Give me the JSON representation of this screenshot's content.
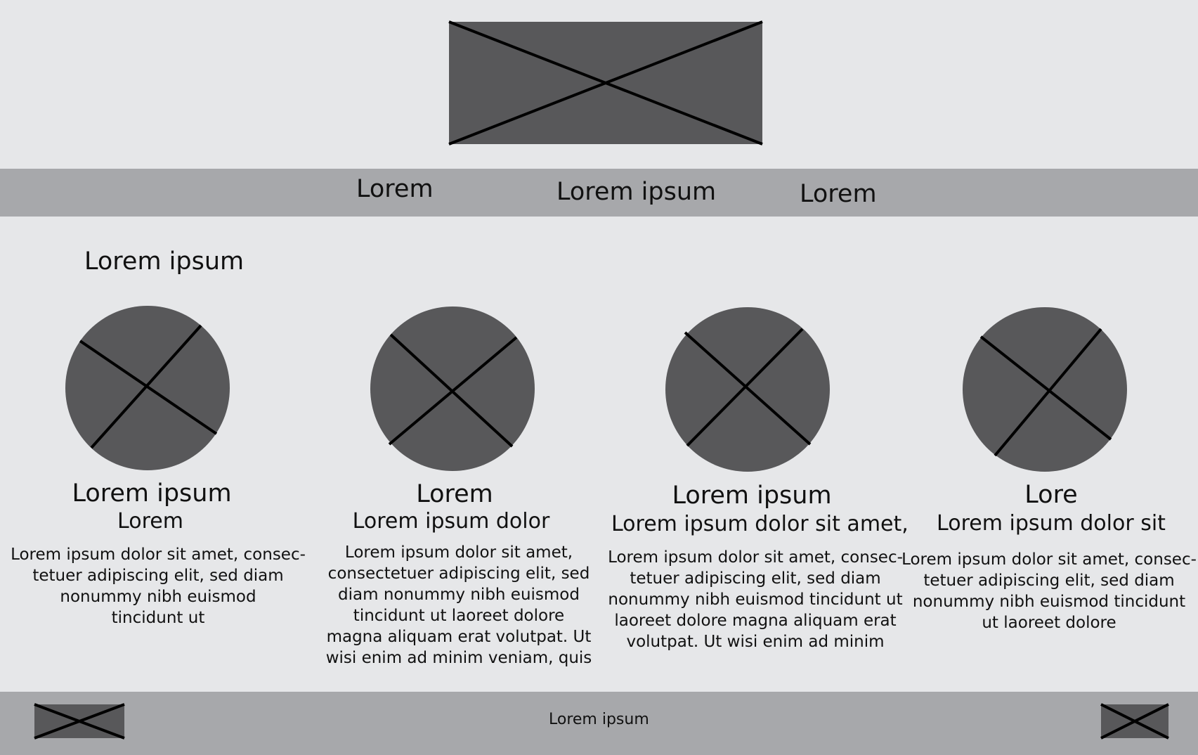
{
  "header": {
    "logo_icon": "image-placeholder-icon"
  },
  "nav": {
    "items": [
      "Lorem",
      "Lorem ipsum",
      "Lorem"
    ]
  },
  "section": {
    "title": "Lorem ipsum"
  },
  "cards": [
    {
      "title": "Lorem ipsum",
      "subtitle": "Lorem",
      "body": "Lorem ipsum dolor sit amet, consec-\ntetuer adipiscing elit, sed diam\nnonummy nibh euismod\ntincidunt ut"
    },
    {
      "title": "Lorem",
      "subtitle": "Lorem ipsum dolor",
      "body": "Lorem ipsum dolor sit amet,\nconsectetuer adipiscing elit, sed\ndiam nonummy nibh euismod\ntincidunt ut laoreet dolore\nmagna aliquam erat volutpat. Ut\nwisi enim ad minim veniam, quis"
    },
    {
      "title": "Lorem ipsum",
      "subtitle": "Lorem ipsum dolor sit amet,",
      "body": "Lorem ipsum dolor sit amet, consec-\ntetuer adipiscing elit, sed diam\nnonummy nibh euismod tincidunt ut\nlaoreet dolore magna aliquam erat\nvolutpat. Ut wisi enim ad minim"
    },
    {
      "title": "Lore",
      "subtitle": "Lorem ipsum dolor sit",
      "body": "Lorem ipsum dolor sit amet, consec-\ntetuer adipiscing elit, sed diam\nnonummy nibh euismod tincidunt\nut laoreet dolore"
    }
  ],
  "footer": {
    "text": "Lorem ipsum",
    "left_icon": "image-placeholder-icon",
    "right_icon": "image-placeholder-icon"
  },
  "colors": {
    "background": "#e6e7e9",
    "bar": "#a7a8ab",
    "placeholder": "#58585a",
    "line": "#000000"
  }
}
